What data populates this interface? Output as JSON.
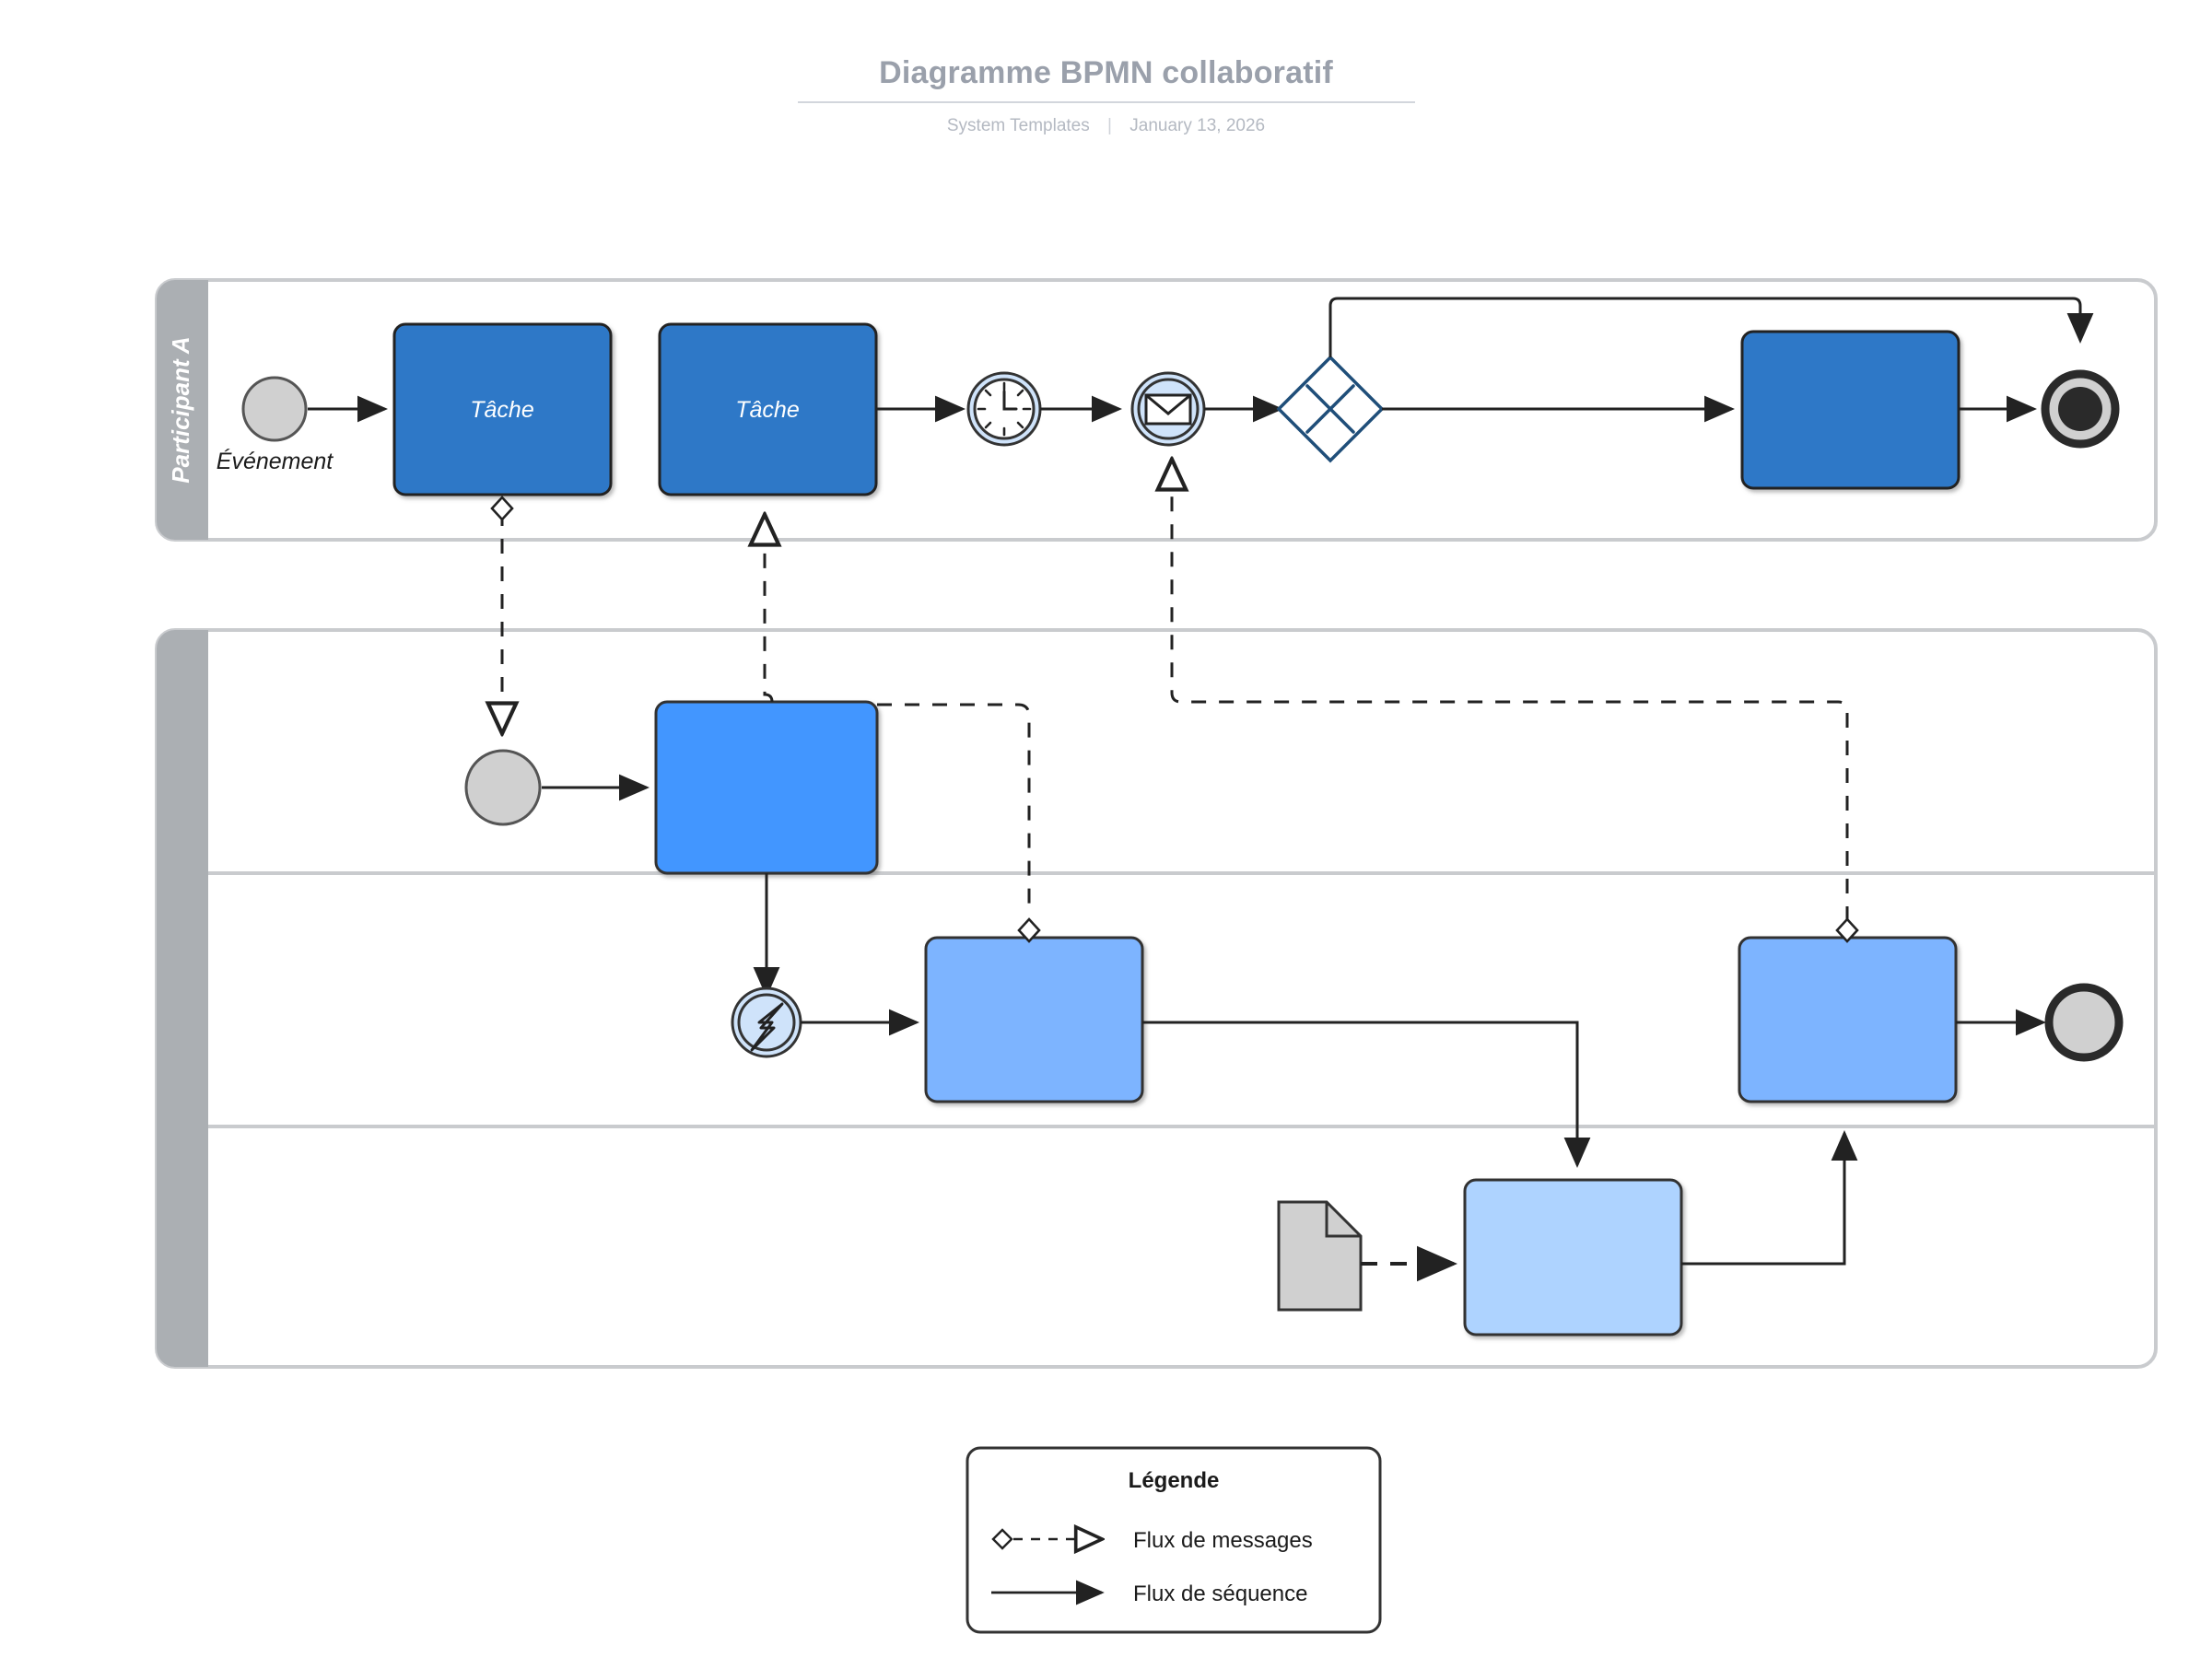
{
  "header": {
    "title": "Diagramme BPMN collaboratif",
    "source": "System Templates",
    "separator": "|",
    "date": "January 13, 2026"
  },
  "colors": {
    "task_dark_blue": "#2E78C7",
    "task_mid_blue": "#4296FF",
    "task_light_blue": "#7DB4FF",
    "pool_band_gray": "#ABAFB3",
    "event_gray": "#D0D0D0",
    "gateway_stroke": "#1F4E79",
    "event_light_blue": "#CFE3FA",
    "stroke_dark": "#222222",
    "title_gray": "#9AA0AB"
  },
  "pools": [
    {
      "id": "pool-a",
      "label": "Participant A",
      "lanes": 1,
      "elements": [
        {
          "id": "start-a",
          "type": "start-event",
          "label": "Événement",
          "shape": "circle-gray"
        },
        {
          "id": "task-a1",
          "type": "task",
          "label": "Tâche",
          "fill": "#2E78C7"
        },
        {
          "id": "task-a2",
          "type": "task",
          "label": "Tâche",
          "fill": "#2E78C7"
        },
        {
          "id": "timer-a",
          "type": "intermediate-timer-event",
          "label": "",
          "icon": "clock-icon"
        },
        {
          "id": "message-a",
          "type": "intermediate-message-event",
          "label": "",
          "icon": "envelope-icon"
        },
        {
          "id": "gateway-a",
          "type": "exclusive-gateway",
          "label": "",
          "icon": "x-marker"
        },
        {
          "id": "task-a3",
          "type": "task",
          "label": "",
          "fill": "#2E78C7"
        },
        {
          "id": "end-a",
          "type": "end-event",
          "label": "",
          "shape": "thick-circle-filled"
        }
      ]
    },
    {
      "id": "pool-b",
      "label": "",
      "lanes": 3,
      "elements": [
        {
          "id": "start-b",
          "type": "start-event",
          "label": "",
          "shape": "circle-gray"
        },
        {
          "id": "task-b1",
          "type": "task",
          "label": "",
          "fill": "#4296FF"
        },
        {
          "id": "error-b",
          "type": "intermediate-error-event",
          "label": "",
          "icon": "lightning-icon"
        },
        {
          "id": "task-b2",
          "type": "task",
          "label": "",
          "fill": "#7DB4FF"
        },
        {
          "id": "data-object-b",
          "type": "data-object",
          "label": "",
          "icon": "document-icon"
        },
        {
          "id": "task-b3",
          "type": "task",
          "label": "",
          "fill": "#7DB4FF"
        },
        {
          "id": "task-b4",
          "type": "task",
          "label": "",
          "fill": "#7DB4FF"
        },
        {
          "id": "end-b",
          "type": "end-event",
          "label": "",
          "shape": "thick-circle-gray"
        }
      ]
    }
  ],
  "legend": {
    "title": "Légende",
    "items": [
      {
        "id": "message-flow",
        "label": "Flux de messages",
        "style": "dashed-open-arrow-diamond"
      },
      {
        "id": "sequence-flow",
        "label": "Flux de séquence",
        "style": "solid-filled-arrow"
      }
    ]
  }
}
